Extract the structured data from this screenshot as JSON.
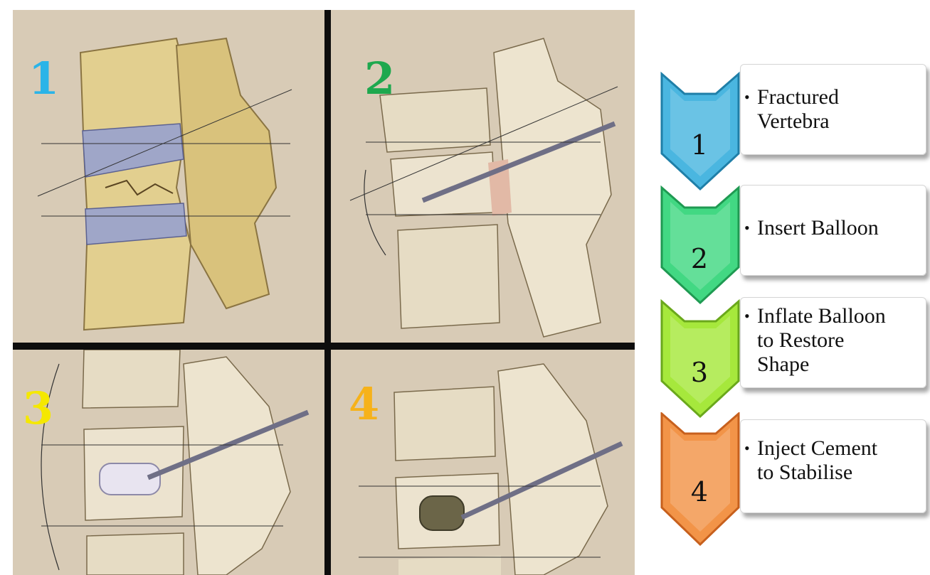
{
  "panels": [
    {
      "label": "1",
      "color": "#2ab4e8",
      "stage": "fractured"
    },
    {
      "label": "2",
      "color": "#1ea84e",
      "stage": "balloon-inserted"
    },
    {
      "label": "3",
      "color": "#f5e800",
      "stage": "balloon-inflated"
    },
    {
      "label": "4",
      "color": "#f6b21a",
      "stage": "cement-injected"
    }
  ],
  "steps": [
    {
      "number": "1",
      "lines": [
        "Fractured",
        "Vertebra"
      ],
      "color": "#4ab6e0",
      "dark": "#1f7fa8"
    },
    {
      "number": "2",
      "lines": [
        "Insert Balloon"
      ],
      "color": "#42d883",
      "dark": "#1f9a52"
    },
    {
      "number": "3",
      "lines": [
        "Inflate Balloon",
        "to Restore",
        "Shape"
      ],
      "color": "#a6e83c",
      "dark": "#6aa81c"
    },
    {
      "number": "4",
      "lines": [
        "Inject Cement",
        "to Stabilise"
      ],
      "color": "#f29448",
      "dark": "#c7601d"
    }
  ]
}
